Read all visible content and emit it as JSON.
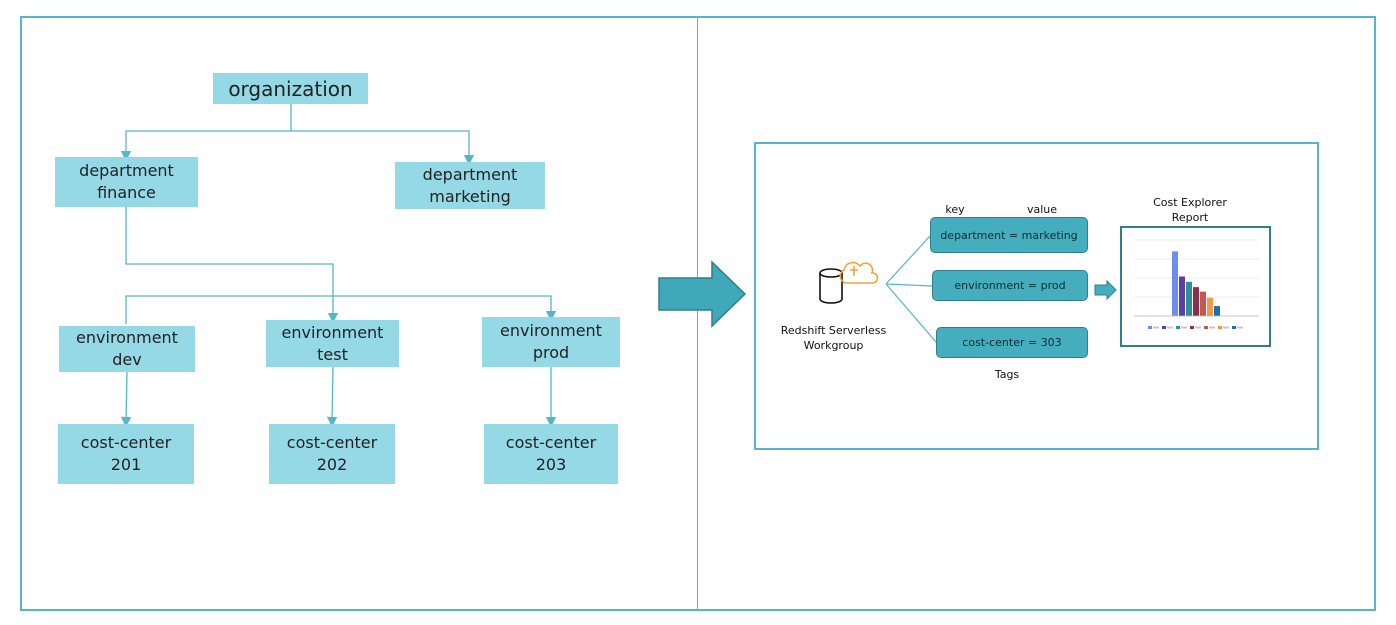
{
  "hierarchy": {
    "organization": "organization",
    "department_finance": "department\nfinance",
    "department_marketing": "department\nmarketing",
    "environment_dev": "environment\ndev",
    "environment_test": "environment\ntest",
    "environment_prod": "environment\nprod",
    "cost_center_201": "cost-center\n201",
    "cost_center_202": "cost-center\n202",
    "cost_center_203": "cost-center\n203"
  },
  "tagging": {
    "key_label": "key",
    "value_label": "value",
    "workgroup_label": "Redshift Serverless\nWorkgroup",
    "tags": [
      "department  =  marketing",
      "environment  =   prod",
      "cost-center  =  303"
    ],
    "tags_label": "Tags",
    "report_title": "Cost Explorer\nReport"
  },
  "colors": {
    "box_fill": "#95d9e6",
    "line": "#55b6c7",
    "tag_fill": "#45aebe",
    "arrow_fill": "#3fa9ba",
    "cloud": "#f3a33b"
  },
  "chart_data": {
    "type": "bar",
    "categories": [
      "1",
      "2",
      "3",
      "4",
      "5",
      "6",
      "7"
    ],
    "values": [
      85,
      52,
      45,
      38,
      32,
      24,
      13
    ],
    "colors": [
      "#6d8ef0",
      "#5b3fa3",
      "#2f8f95",
      "#8a2f4f",
      "#c7574a",
      "#f2994a",
      "#1f6fa8"
    ],
    "ylim": [
      0,
      100
    ]
  }
}
